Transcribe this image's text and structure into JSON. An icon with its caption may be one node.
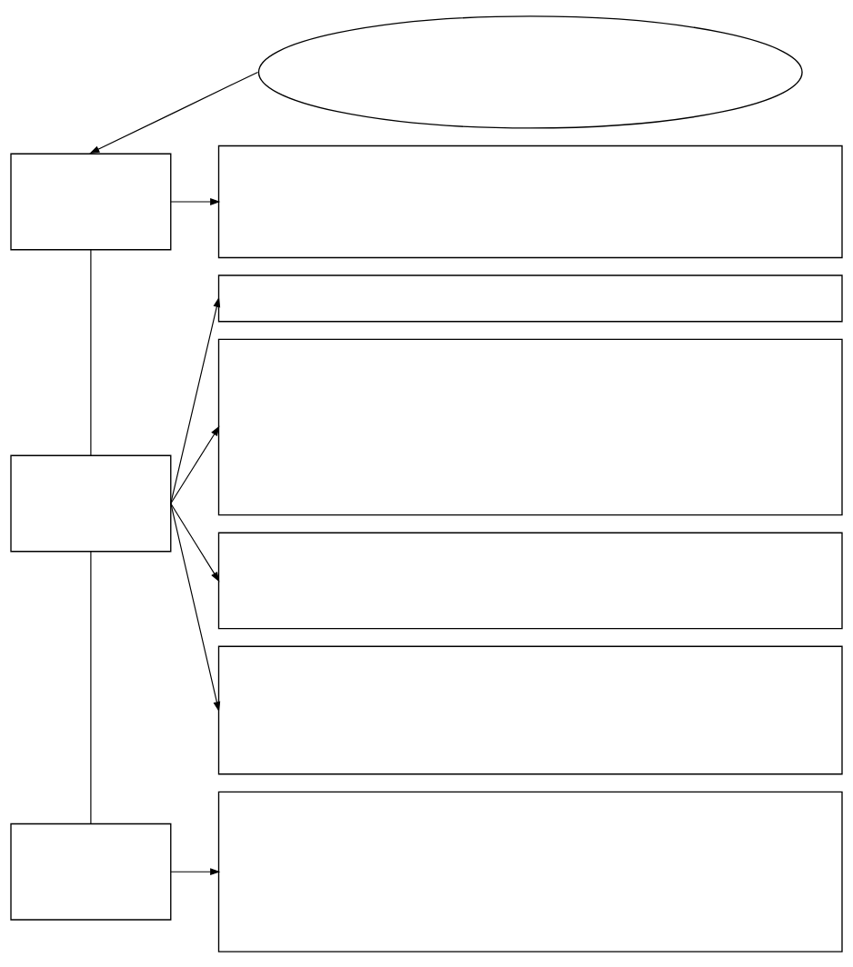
{
  "diagram": {
    "nodes": [
      {
        "text": [],
        "shape": "oval"
      },
      {
        "text": [],
        "shape": "box"
      },
      {
        "text": [],
        "shape": "box"
      },
      {
        "text": [],
        "shape": "box"
      },
      {
        "text": [],
        "shape": "box"
      },
      {
        "text": [],
        "shape": "box"
      },
      {
        "text": [],
        "shape": "box"
      },
      {
        "text": [],
        "shape": "box"
      },
      {
        "text": [],
        "shape": "box"
      },
      {
        "text": [],
        "shape": "box"
      }
    ],
    "edges": [
      {
        "from": 0,
        "to": 1,
        "arrow": "to"
      },
      {
        "from": 1,
        "to": 2,
        "arrow": "to"
      },
      {
        "from": 1,
        "to": 5,
        "arrow": "none"
      },
      {
        "from": 5,
        "to": 3,
        "arrow": "to"
      },
      {
        "from": 5,
        "to": 4,
        "arrow": "to"
      },
      {
        "from": 5,
        "to": 6,
        "arrow": "to"
      },
      {
        "from": 5,
        "to": 7,
        "arrow": "to"
      },
      {
        "from": 5,
        "to": 8,
        "arrow": "none"
      },
      {
        "from": 8,
        "to": 9,
        "arrow": "to"
      }
    ]
  }
}
